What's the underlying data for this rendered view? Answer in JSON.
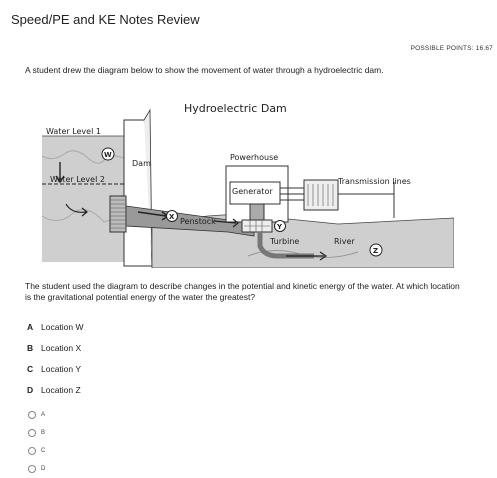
{
  "header": {
    "title": "Speed/PE and KE Notes Review",
    "points": "POSSIBLE POINTS: 16.67"
  },
  "question": {
    "text": "A student drew the diagram below to show the movement of water through a hydroelectric dam."
  },
  "diagram": {
    "title": "Hydroelectric Dam",
    "labels": {
      "water_level_1": "Water Level 1",
      "water_level_2": "Water Level 2",
      "dam": "Dam",
      "powerhouse": "Powerhouse",
      "generator": "Generator",
      "transmission": "Transmission lines",
      "penstock": "Penstock",
      "turbine": "Turbine",
      "river": "River"
    },
    "markers": {
      "w": "W",
      "x": "X",
      "y": "Y",
      "z": "Z"
    }
  },
  "followup": {
    "text": "The student used the diagram to describe changes in the potential and kinetic energy of the water. At which location is the gravitational potential energy of the water the greatest?"
  },
  "options": [
    {
      "letter": "A",
      "text": "Location W"
    },
    {
      "letter": "B",
      "text": "Location X"
    },
    {
      "letter": "C",
      "text": "Location Y"
    },
    {
      "letter": "D",
      "text": "Location Z"
    }
  ],
  "answers": [
    "A",
    "B",
    "C",
    "D"
  ]
}
